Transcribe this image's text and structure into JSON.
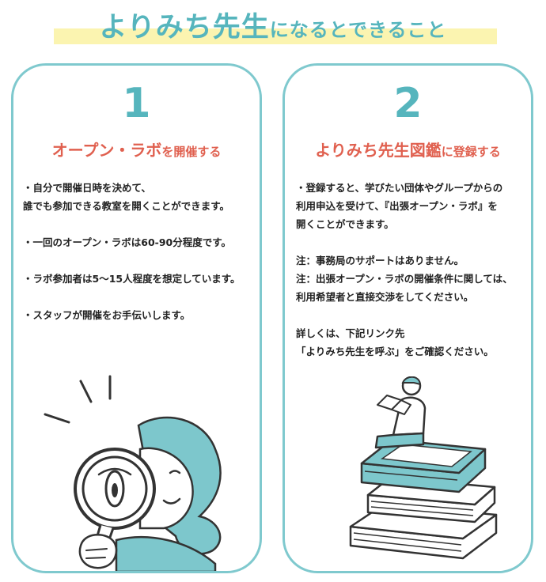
{
  "header": {
    "title_big": "よりみち先生",
    "title_small": "になるとできること",
    "accent_color": "#56b5bd",
    "highlight_color": "#fbf4b0"
  },
  "cards": [
    {
      "number": "1",
      "heading_big": "オープン・ラボ",
      "heading_small": "を開催する",
      "lines": [
        "・自分で開催日時を決めて、",
        "誰でも参加できる教室を開くことができます。",
        "",
        "・一回のオープン・ラボは60-90分程度です。",
        "",
        "・ラボ参加者は5〜15人程度を想定しています。",
        "",
        "・スタッフが開催をお手伝いします。"
      ],
      "illustration": "magnifying-glass-person-icon"
    },
    {
      "number": "2",
      "heading_big": "よりみち先生図鑑",
      "heading_small": "に登録する",
      "lines": [
        "・登録すると、学びたい団体やグループからの",
        "利用申込を受けて、『出張オープン・ラボ』を",
        "開くことができます。",
        "",
        "注：事務局のサポートはありません。",
        "注：出張オープン・ラボの開催条件に関しては、",
        "利用希望者と直接交渉をしてください。",
        "",
        "詳しくは、下記リンク先",
        "「よりみち先生を呼ぶ」をご確認ください。"
      ],
      "illustration": "person-reading-on-books-icon"
    }
  ],
  "colors": {
    "card_border": "#7fc9ce",
    "heading": "#e0604f",
    "teal_fill": "#7dc7cc"
  }
}
